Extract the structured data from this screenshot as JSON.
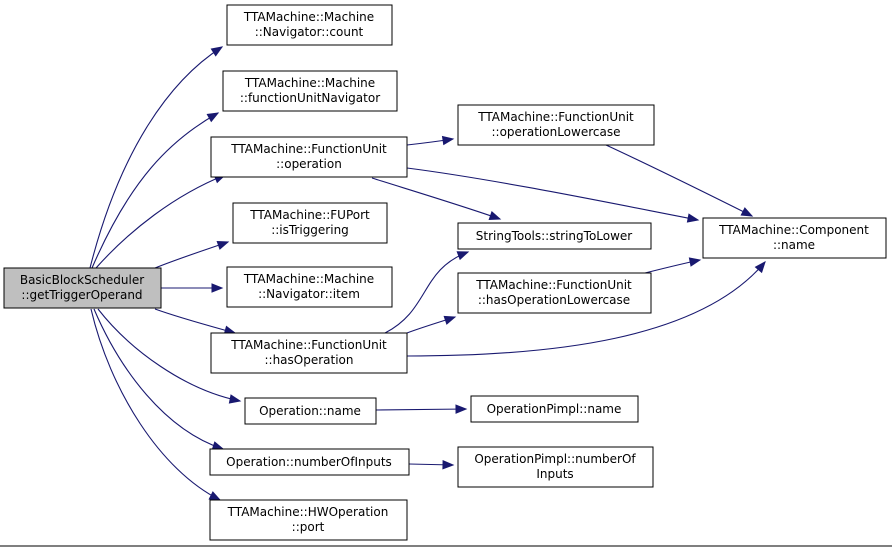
{
  "colors": {
    "edge": "#191970",
    "root_fill": "#bfbfbf",
    "node_fill": "#ffffff",
    "border": "#000000"
  },
  "nodes": {
    "root": [
      "BasicBlockScheduler",
      "::getTriggerOperand"
    ],
    "nav_count": [
      "TTAMachine::Machine",
      "::Navigator::count"
    ],
    "fu_navigator": [
      "TTAMachine::Machine",
      "::functionUnitNavigator"
    ],
    "fu_operation": [
      "TTAMachine::FunctionUnit",
      "::operation"
    ],
    "fuport_triggering": [
      "TTAMachine::FUPort",
      "::isTriggering"
    ],
    "nav_item": [
      "TTAMachine::Machine",
      "::Navigator::item"
    ],
    "fu_has_operation": [
      "TTAMachine::FunctionUnit",
      "::hasOperation"
    ],
    "op_name": [
      "Operation::name"
    ],
    "op_num_inputs": [
      "Operation::numberOfInputs"
    ],
    "hwop_port": [
      "TTAMachine::HWOperation",
      "::port"
    ],
    "fu_op_lower": [
      "TTAMachine::FunctionUnit",
      "::operationLowercase"
    ],
    "string_lower": [
      "StringTools::stringToLower"
    ],
    "fu_has_op_lower": [
      "TTAMachine::FunctionUnit",
      "::hasOperationLowercase"
    ],
    "pimpl_name": [
      "OperationPimpl::name"
    ],
    "pimpl_num_inputs": [
      "OperationPimpl::numberOf",
      "Inputs"
    ],
    "component_name": [
      "TTAMachine::Component",
      "::name"
    ]
  },
  "edges": [
    [
      "root",
      "nav_count"
    ],
    [
      "root",
      "fu_navigator"
    ],
    [
      "root",
      "fu_operation"
    ],
    [
      "root",
      "fuport_triggering"
    ],
    [
      "root",
      "nav_item"
    ],
    [
      "root",
      "fu_has_operation"
    ],
    [
      "root",
      "op_name"
    ],
    [
      "root",
      "op_num_inputs"
    ],
    [
      "root",
      "hwop_port"
    ],
    [
      "fu_operation",
      "fu_op_lower"
    ],
    [
      "fu_operation",
      "component_name"
    ],
    [
      "fu_operation",
      "string_lower"
    ],
    [
      "fu_op_lower",
      "component_name"
    ],
    [
      "fu_has_operation",
      "string_lower"
    ],
    [
      "fu_has_operation",
      "fu_has_op_lower"
    ],
    [
      "fu_has_operation",
      "component_name"
    ],
    [
      "fu_has_op_lower",
      "component_name"
    ],
    [
      "op_name",
      "pimpl_name"
    ],
    [
      "op_num_inputs",
      "pimpl_num_inputs"
    ]
  ]
}
